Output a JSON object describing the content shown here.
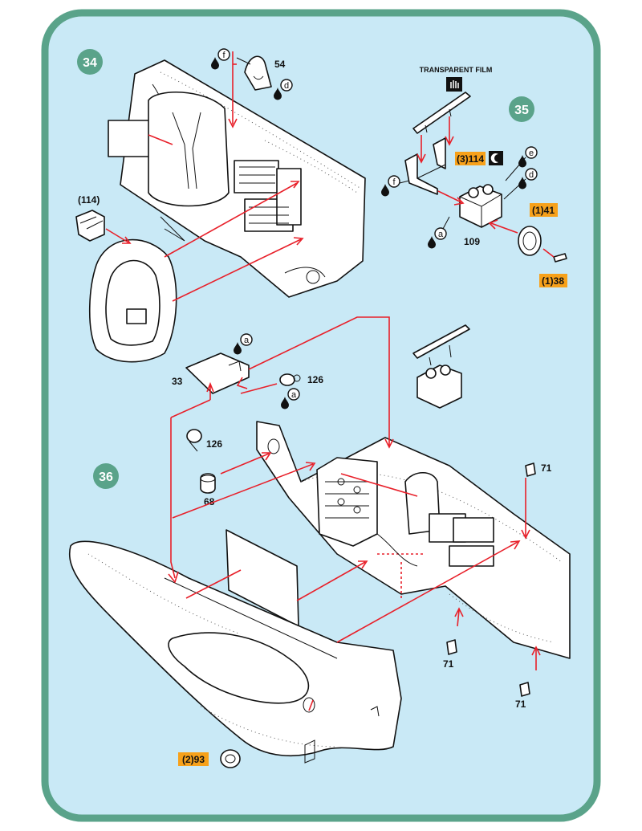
{
  "colors": {
    "border": "#5aa38a",
    "background": "#c9e9f6",
    "arrow": "#e8202a",
    "tag": "#f7a11a"
  },
  "steps": [
    {
      "number": "34"
    },
    {
      "number": "35"
    },
    {
      "number": "36"
    }
  ],
  "labels": {
    "transparent_film": "TRANSPARENT FILM"
  },
  "parts": {
    "p54": "54",
    "p114_paren": "(114)",
    "p109": "109",
    "p33": "33",
    "p126_a": "126",
    "p126_b": "126",
    "p68": "68",
    "p71_a": "71",
    "p71_b": "71",
    "p71_c": "71"
  },
  "tags": {
    "t114": "(3)114",
    "t41": "(1)41",
    "t38": "(1)38",
    "t93": "(2)93"
  },
  "paint_refs": {
    "s34_f": "f",
    "s34_d": "d",
    "s35_e": "e",
    "s35_d": "d",
    "s35_f": "f",
    "s35_a": "a",
    "s36_a1": "a",
    "s36_a2": "a"
  },
  "icons": [
    "glue-drop-icon",
    "hand-icon",
    "clear-glue-icon"
  ]
}
